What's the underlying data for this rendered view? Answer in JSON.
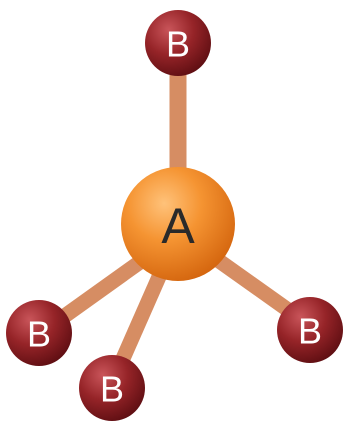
{
  "molecule": {
    "central_atom": {
      "label": "A",
      "color": "#f07d1c"
    },
    "outer_atom": {
      "label": "B",
      "color": "#8b1b20"
    },
    "bond_color": "#d98f66",
    "outer_atoms": [
      {
        "label": "B"
      },
      {
        "label": "B"
      },
      {
        "label": "B"
      },
      {
        "label": "B"
      }
    ]
  }
}
